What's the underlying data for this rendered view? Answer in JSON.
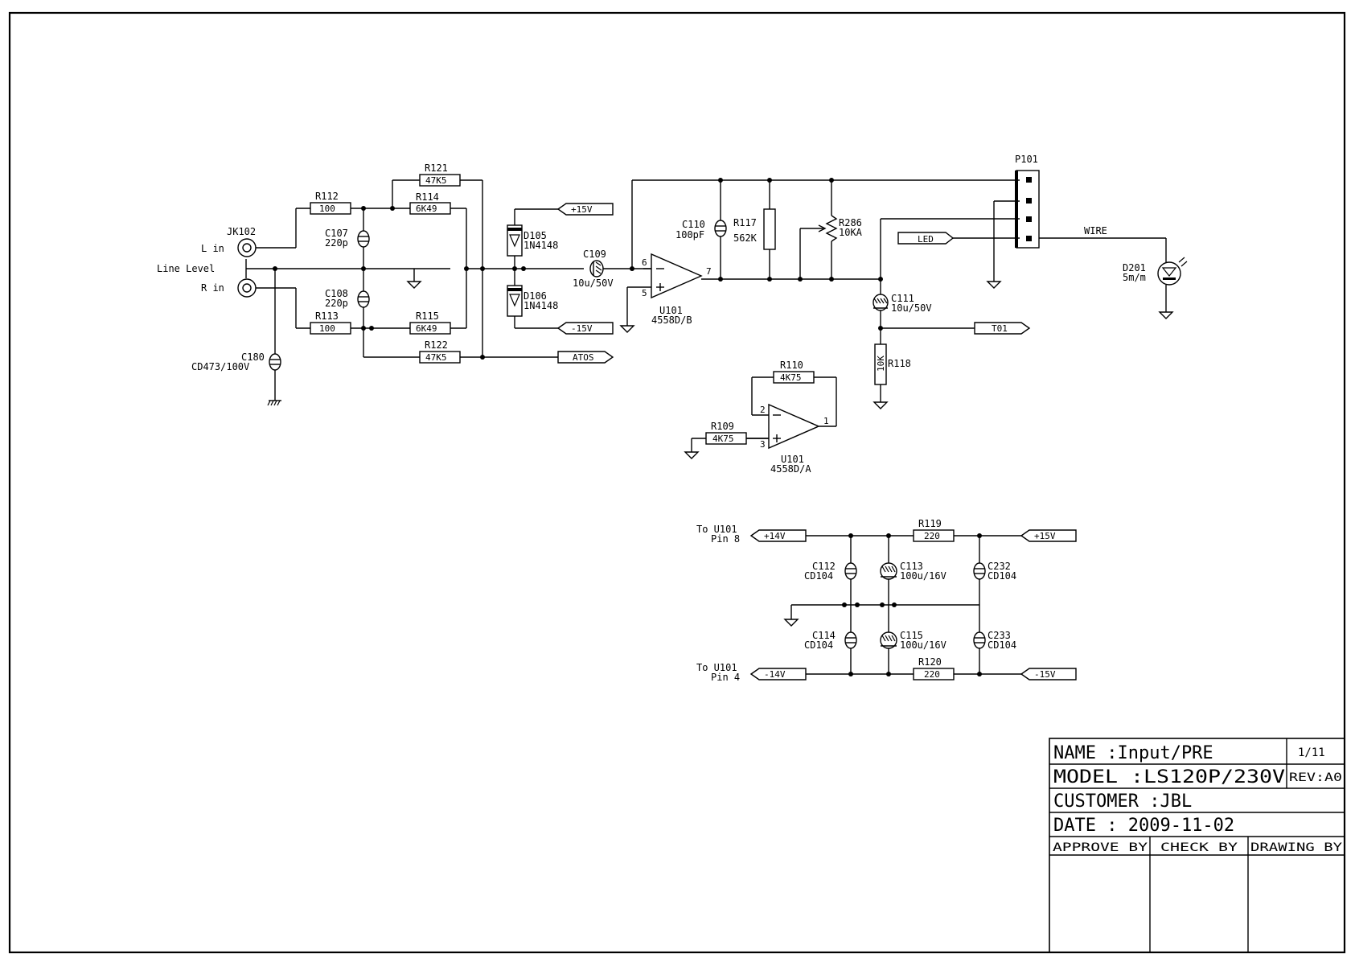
{
  "input": {
    "jack": "JK102",
    "l_in": "L in",
    "line_level": "Line Level",
    "r_in": "R in",
    "c180": {
      "ref": "C180",
      "value": "CD473/100V"
    }
  },
  "components": {
    "r112": {
      "ref": "R112",
      "value": "100"
    },
    "r113": {
      "ref": "R113",
      "value": "100"
    },
    "r114": {
      "ref": "R114",
      "value": "6K49"
    },
    "r115": {
      "ref": "R115",
      "value": "6K49"
    },
    "r121": {
      "ref": "R121",
      "value": "47K5"
    },
    "r122": {
      "ref": "R122",
      "value": "47K5"
    },
    "c107": {
      "ref": "C107",
      "value": "220p"
    },
    "c108": {
      "ref": "C108",
      "value": "220p"
    },
    "d105": {
      "ref": "D105",
      "value": "1N4148"
    },
    "d106": {
      "ref": "D106",
      "value": "1N4148"
    },
    "c109": {
      "ref": "C109",
      "value": "10u/50V"
    },
    "c110": {
      "ref": "C110",
      "value": "100pF"
    },
    "r117": {
      "ref": "R117",
      "value": "562K"
    },
    "r286": {
      "ref": "R286",
      "value": "10KA"
    },
    "c111": {
      "ref": "C111",
      "value": "10u/50V"
    },
    "r118": {
      "ref": "R118",
      "value": "10K"
    },
    "u101b": {
      "ref": "U101",
      "value": "4558D/B",
      "pin_in_neg": "6",
      "pin_in_pos": "5",
      "pin_out": "7"
    },
    "u101a": {
      "ref": "U101",
      "value": "4558D/A",
      "pin_in_neg": "2",
      "pin_in_pos": "3",
      "pin_out": "1"
    },
    "r110": {
      "ref": "R110",
      "value": "4K75"
    },
    "r109": {
      "ref": "R109",
      "value": "4K75"
    },
    "p101": {
      "ref": "P101"
    },
    "d201": {
      "ref": "D201",
      "value": "5m/m"
    },
    "wire": "WIRE"
  },
  "nets": {
    "pos15": "+15V",
    "neg15": "-15V",
    "atos": "ATOS",
    "led": "LED",
    "t01": "T01"
  },
  "power": {
    "to_u101_pin8": "To U101",
    "pin8": "Pin 8",
    "to_u101_pin4": "To U101",
    "pin4": "Pin 4",
    "pos14": "+14V",
    "neg14": "-14V",
    "pos15": "+15V",
    "neg15": "-15V",
    "r119": {
      "ref": "R119",
      "value": "220"
    },
    "r120": {
      "ref": "R120",
      "value": "220"
    },
    "c112": {
      "ref": "C112",
      "value": "CD104"
    },
    "c113": {
      "ref": "C113",
      "value": "100u/16V"
    },
    "c114": {
      "ref": "C114",
      "value": "CD104"
    },
    "c115": {
      "ref": "C115",
      "value": "100u/16V"
    },
    "c232": {
      "ref": "C232",
      "value": "CD104"
    },
    "c233": {
      "ref": "C233",
      "value": "CD104"
    }
  },
  "title_block": {
    "name": "NAME :Input/PRE",
    "sheet": "1/11",
    "model": "MODEL :LS120P/230V",
    "rev": "REV:A0",
    "customer": "CUSTOMER :JBL",
    "date": "DATE :  2009-11-02",
    "approve_by": "APPROVE BY",
    "check_by": "CHECK BY",
    "drawing_by": "DRAWING BY"
  }
}
